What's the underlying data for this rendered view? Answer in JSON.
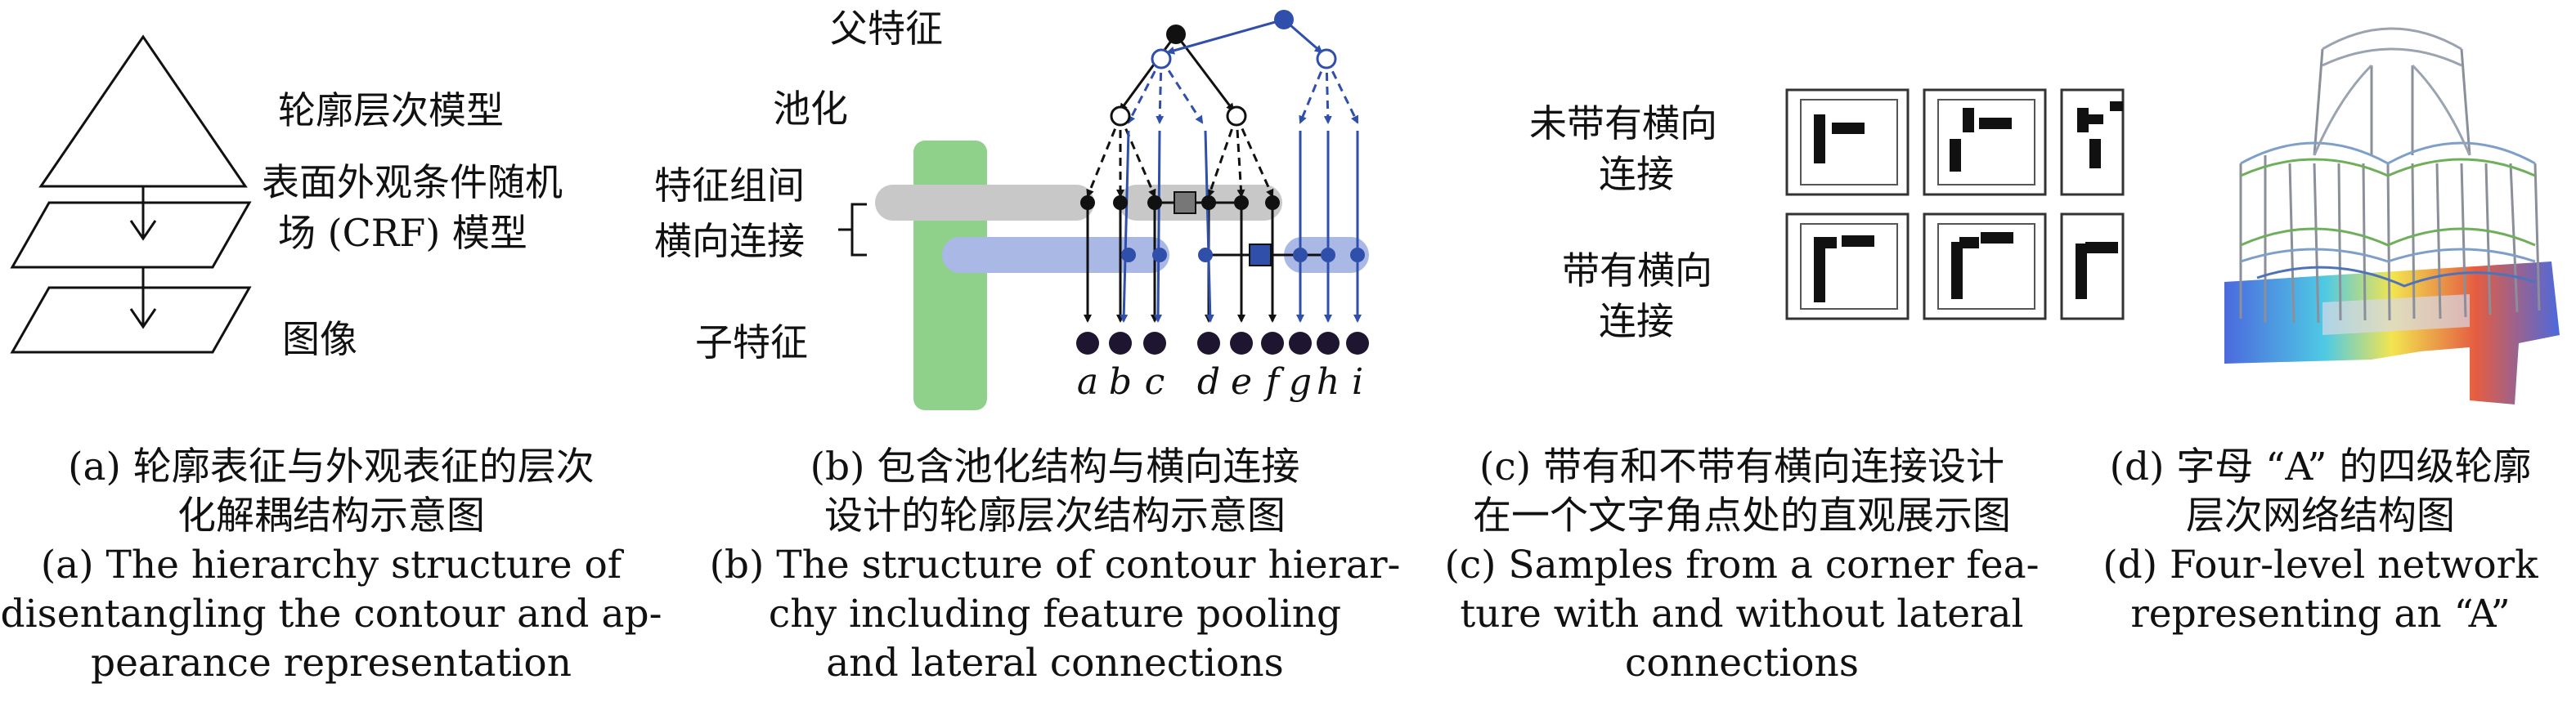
{
  "panel_a": {
    "labels": {
      "contour_model": "轮廓层次模型",
      "crf_line1": "表面外观条件随机",
      "crf_line2": "场 (CRF) 模型",
      "image": "图像"
    },
    "caption_cn": [
      "(a) 轮廓表征与外观表征的层次",
      "化解耦结构示意图"
    ],
    "caption_en": [
      "(a) The hierarchy structure of",
      "disentangling the contour and ap-",
      "pearance representation"
    ]
  },
  "panel_b": {
    "labels": {
      "parent": "父特征",
      "pool": "池化",
      "lateral_line1": "特征组间",
      "lateral_line2": "横向连接",
      "child": "子特征"
    },
    "child_letters": [
      "a",
      "b",
      "c",
      "d",
      "e",
      "f",
      "g",
      "h",
      "i"
    ],
    "colors": {
      "black_path": "#111111",
      "blue_path": "#2f4faa",
      "green_highlight": "#8fd18a",
      "gray_band": "#c8c8c8",
      "blue_band": "#aab8e6"
    },
    "caption_cn": [
      "(b) 包含池化结构与横向连接",
      "设计的轮廓层次结构示意图"
    ],
    "caption_en": [
      "(b) The structure of contour hierar-",
      "chy including feature pooling",
      "and lateral connections"
    ]
  },
  "panel_c": {
    "labels": {
      "without_line1": "未带有横向",
      "without_line2": "连接",
      "with_line1": "带有横向",
      "with_line2": "连接"
    },
    "caption_cn": [
      "(c) 带有和不带有横向连接设计",
      "在一个文字角点处的直观展示图"
    ],
    "caption_en": [
      "(c) Samples from a corner fea-",
      "ture with and without lateral",
      "connections"
    ]
  },
  "panel_d": {
    "caption_cn": [
      "(d) 字母 “A” 的四级轮廓",
      "层次网络结构图"
    ],
    "caption_en": [
      "(d) Four-level network",
      "representing an “A”"
    ]
  }
}
